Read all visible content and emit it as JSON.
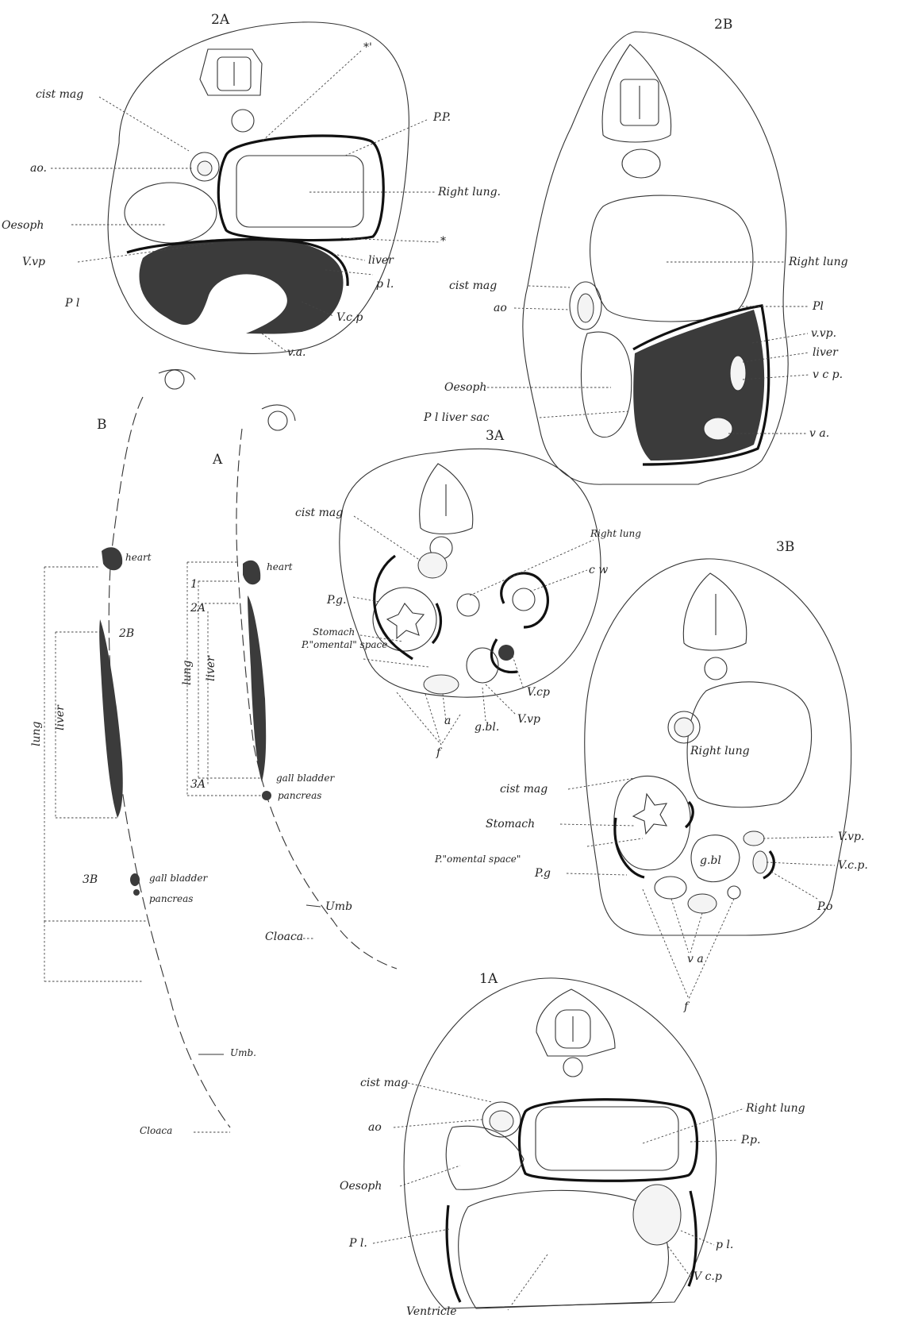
{
  "fig_2A": {
    "title": "2A",
    "labels": [
      "cist mag",
      "ao.",
      "Oesoph",
      "V.vp",
      "P l",
      "*'",
      "P.P.",
      "Right lung.",
      "*",
      "liver",
      "p l.",
      "V.c.p",
      "v.a."
    ]
  },
  "fig_2B": {
    "title": "2B",
    "labels": [
      "Right lung",
      "cist mag",
      "ao",
      "Pl",
      "v.vp.",
      "liver",
      "v c p.",
      "Oesoph",
      "P l liver sac",
      "v a."
    ]
  },
  "fig_3A": {
    "title": "3A",
    "labels": [
      "cist mag",
      "Right lung",
      "c w",
      "P.g.",
      "Stomach",
      "P.\"omental\" space",
      "V.cp",
      "V.vp",
      "a",
      "g.bl.",
      "f"
    ]
  },
  "fig_3B": {
    "title": "3B",
    "labels": [
      "Right lung",
      "cist mag",
      "Stomach",
      "P.\"omental space\"",
      "P.g",
      "g.bl",
      "V.vp.",
      "V.c.p.",
      "P.o",
      "v a",
      "f"
    ]
  },
  "fig_1A": {
    "title": "1A",
    "labels": [
      "cist mag",
      "ao",
      "Oesoph",
      "Right lung",
      "P.p.",
      "P l.",
      "p l.",
      "V c.p",
      "Ventricle"
    ]
  },
  "embryo_A": {
    "title": "A",
    "labels": [
      "heart",
      "1",
      "2A",
      "lung",
      "liver",
      "gall bladder",
      "3A",
      "pancreas",
      "Umb",
      "Cloaca"
    ]
  },
  "embryo_B": {
    "title": "B",
    "labels": [
      "heart",
      "2B",
      "lung",
      "liver",
      "3B",
      "gall bladder",
      "pancreas",
      "Umb.",
      "Cloaca"
    ]
  }
}
